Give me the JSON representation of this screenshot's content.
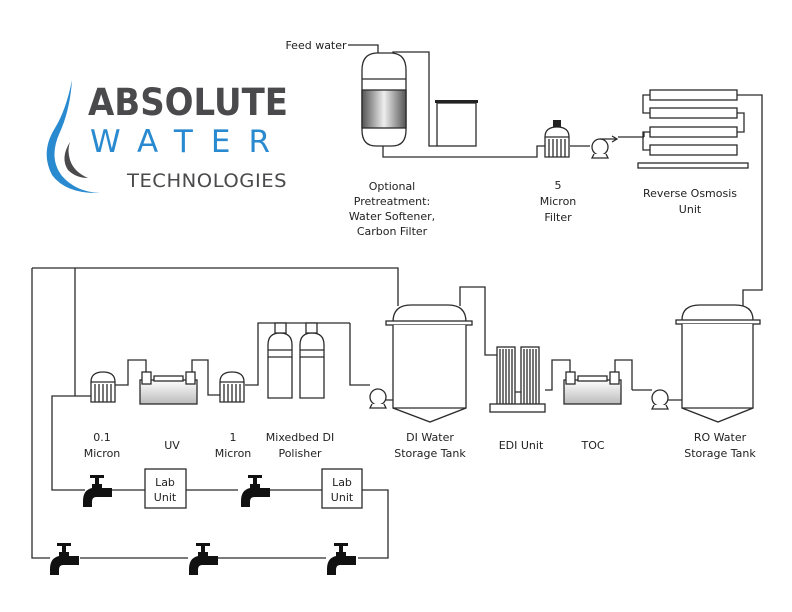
{
  "logo": {
    "line1": "ABSOLUTE",
    "line2": "WATER",
    "line3": "TECHNOLOGIES",
    "colors": {
      "blue": "#2a8ad0",
      "gray": "#4a4a4c"
    }
  },
  "labels": {
    "feed_water": "Feed water",
    "pretreatment": [
      "Optional",
      "Pretreatment:",
      "Water Softener,",
      "Carbon Filter"
    ],
    "five_micron": [
      "5",
      "Micron",
      "Filter"
    ],
    "ro_unit": [
      "Reverse Osmosis",
      "Unit"
    ],
    "point1_micron": [
      "0.1",
      "Micron"
    ],
    "uv": "UV",
    "one_micron": [
      "1",
      "Micron"
    ],
    "mixedbed": [
      "Mixedbed DI",
      "Polisher"
    ],
    "di_tank": [
      "DI Water",
      "Storage Tank"
    ],
    "edi": "EDI Unit",
    "toc": "TOC",
    "ro_tank": [
      "RO Water",
      "Storage Tank"
    ],
    "lab_unit_1": [
      "Lab",
      "Unit"
    ],
    "lab_unit_2": [
      "Lab",
      "Unit"
    ]
  }
}
